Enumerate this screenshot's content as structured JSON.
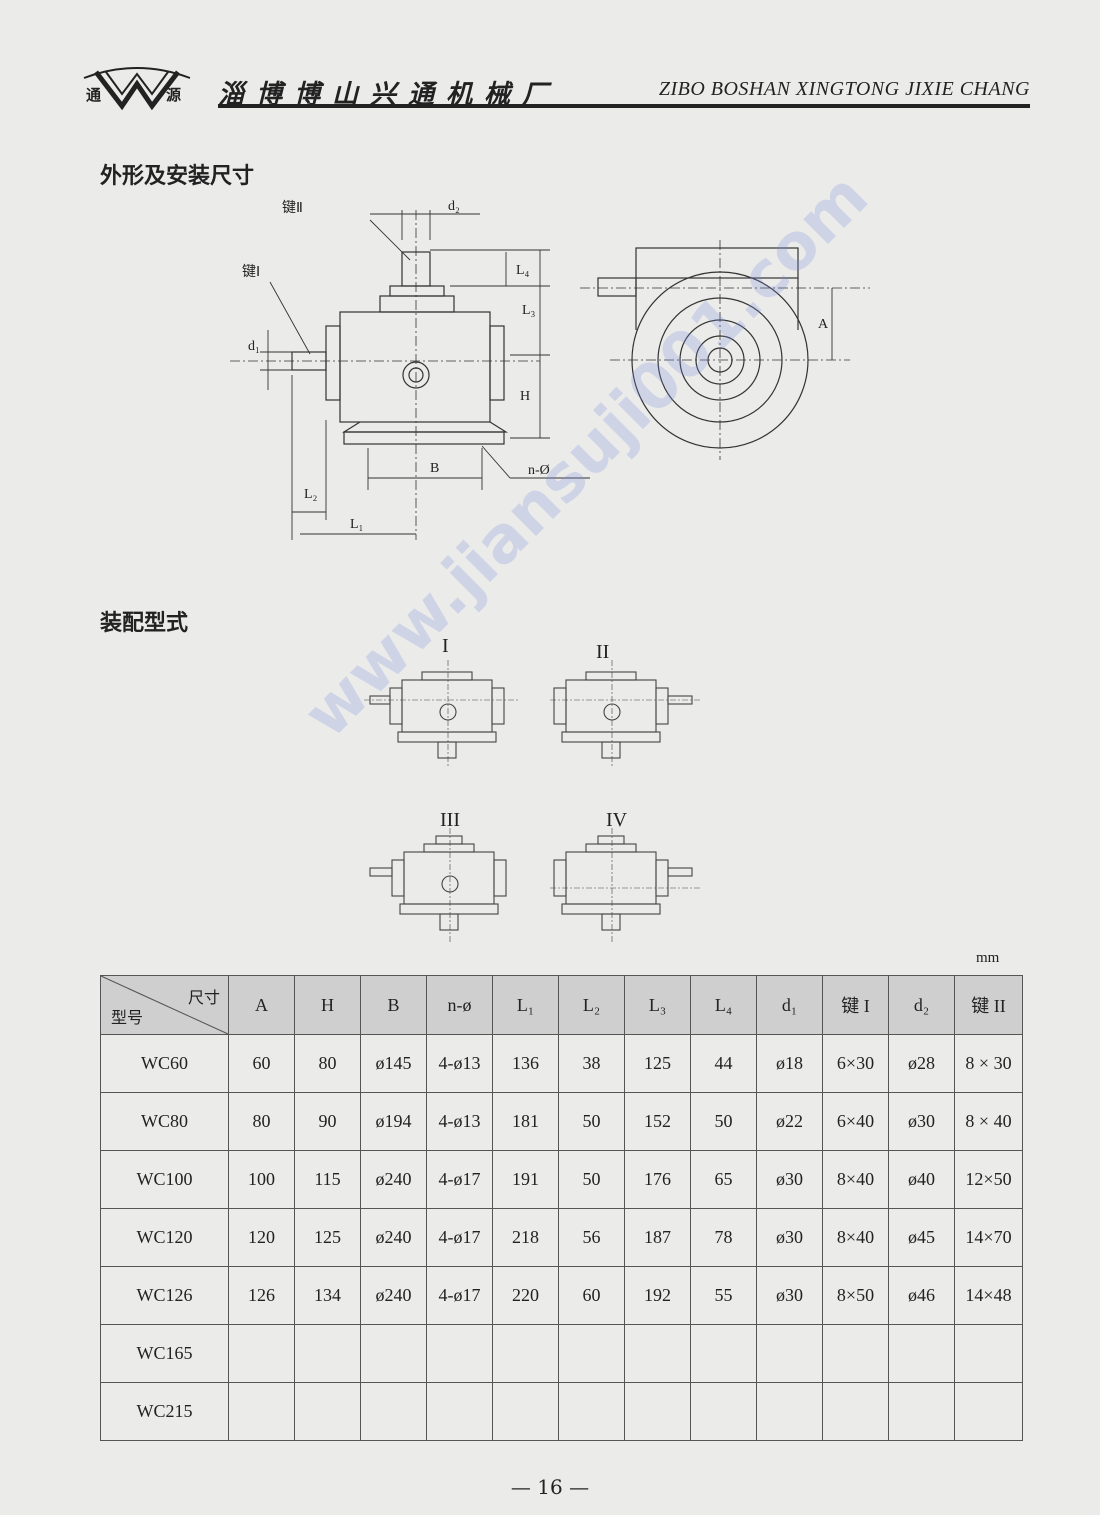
{
  "header": {
    "logo_left": "通",
    "logo_right": "源",
    "company_cn": "淄博博山兴通机械厂",
    "company_en": "ZIBO BOSHAN XINGTONG JIXIE CHANG"
  },
  "section1_title": "外形及安装尺寸",
  "section2_title": "装配型式",
  "drawing_labels": {
    "key2": "键Ⅱ",
    "key1": "键Ⅰ",
    "d2": "d₂",
    "d1": "d₁",
    "L4": "L₄",
    "L3": "L₃",
    "H": "H",
    "B": "B",
    "n_phi": "n-Ø",
    "L2": "L₂",
    "L1": "L₁",
    "A": "A"
  },
  "assembly_types": [
    "I",
    "II",
    "III",
    "IV"
  ],
  "unit": "mm",
  "table": {
    "corner_top": "尺寸",
    "corner_bottom": "型号",
    "headers": [
      "A",
      "H",
      "B",
      "n-ø",
      "L₁",
      "L₂",
      "L₃",
      "L₄",
      "d₁",
      "键 I",
      "d₂",
      "键 II"
    ],
    "rows": [
      {
        "model": "WC60",
        "cells": [
          "60",
          "80",
          "ø145",
          "4-ø13",
          "136",
          "38",
          "125",
          "44",
          "ø18",
          "6×30",
          "ø28",
          "8 × 30"
        ]
      },
      {
        "model": "WC80",
        "cells": [
          "80",
          "90",
          "ø194",
          "4-ø13",
          "181",
          "50",
          "152",
          "50",
          "ø22",
          "6×40",
          "ø30",
          "8 × 40"
        ]
      },
      {
        "model": "WC100",
        "cells": [
          "100",
          "115",
          "ø240",
          "4-ø17",
          "191",
          "50",
          "176",
          "65",
          "ø30",
          "8×40",
          "ø40",
          "12×50"
        ]
      },
      {
        "model": "WC120",
        "cells": [
          "120",
          "125",
          "ø240",
          "4-ø17",
          "218",
          "56",
          "187",
          "78",
          "ø30",
          "8×40",
          "ø45",
          "14×70"
        ]
      },
      {
        "model": "WC126",
        "cells": [
          "126",
          "134",
          "ø240",
          "4-ø17",
          "220",
          "60",
          "192",
          "55",
          "ø30",
          "8×50",
          "ø46",
          "14×48"
        ]
      },
      {
        "model": "WC165",
        "cells": [
          "",
          "",
          "",
          "",
          "",
          "",
          "",
          "",
          "",
          "",
          "",
          ""
        ]
      },
      {
        "model": "WC215",
        "cells": [
          "",
          "",
          "",
          "",
          "",
          "",
          "",
          "",
          "",
          "",
          "",
          ""
        ]
      }
    ]
  },
  "page_number": "— 16 —",
  "watermark": "www.jiansuji001.com"
}
